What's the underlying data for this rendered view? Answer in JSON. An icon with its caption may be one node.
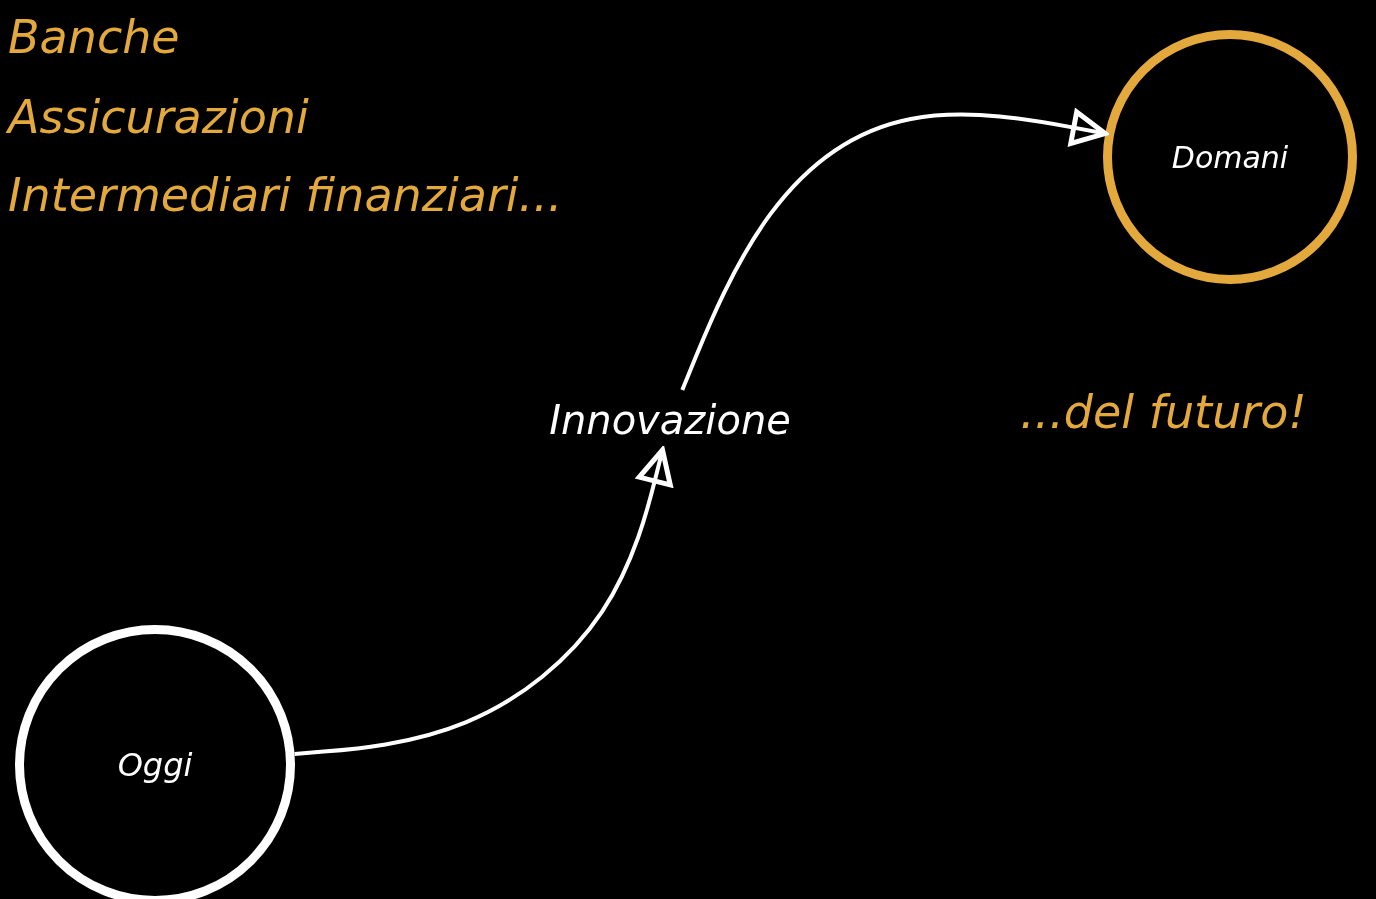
{
  "diagram": {
    "nodes": [
      {
        "text": [
          "Oggi"
        ]
      },
      {
        "text": [
          "Innovazione"
        ]
      },
      {
        "text": [
          "Domani"
        ]
      }
    ],
    "edges": [
      {
        "from": 0,
        "to": 1,
        "arrow": "to"
      },
      {
        "from": 1,
        "to": 2,
        "arrow": "to"
      }
    ],
    "labels": [
      "Banche",
      "Assicurazioni",
      "Intermediari finanziari...",
      "...del futuro!"
    ]
  }
}
